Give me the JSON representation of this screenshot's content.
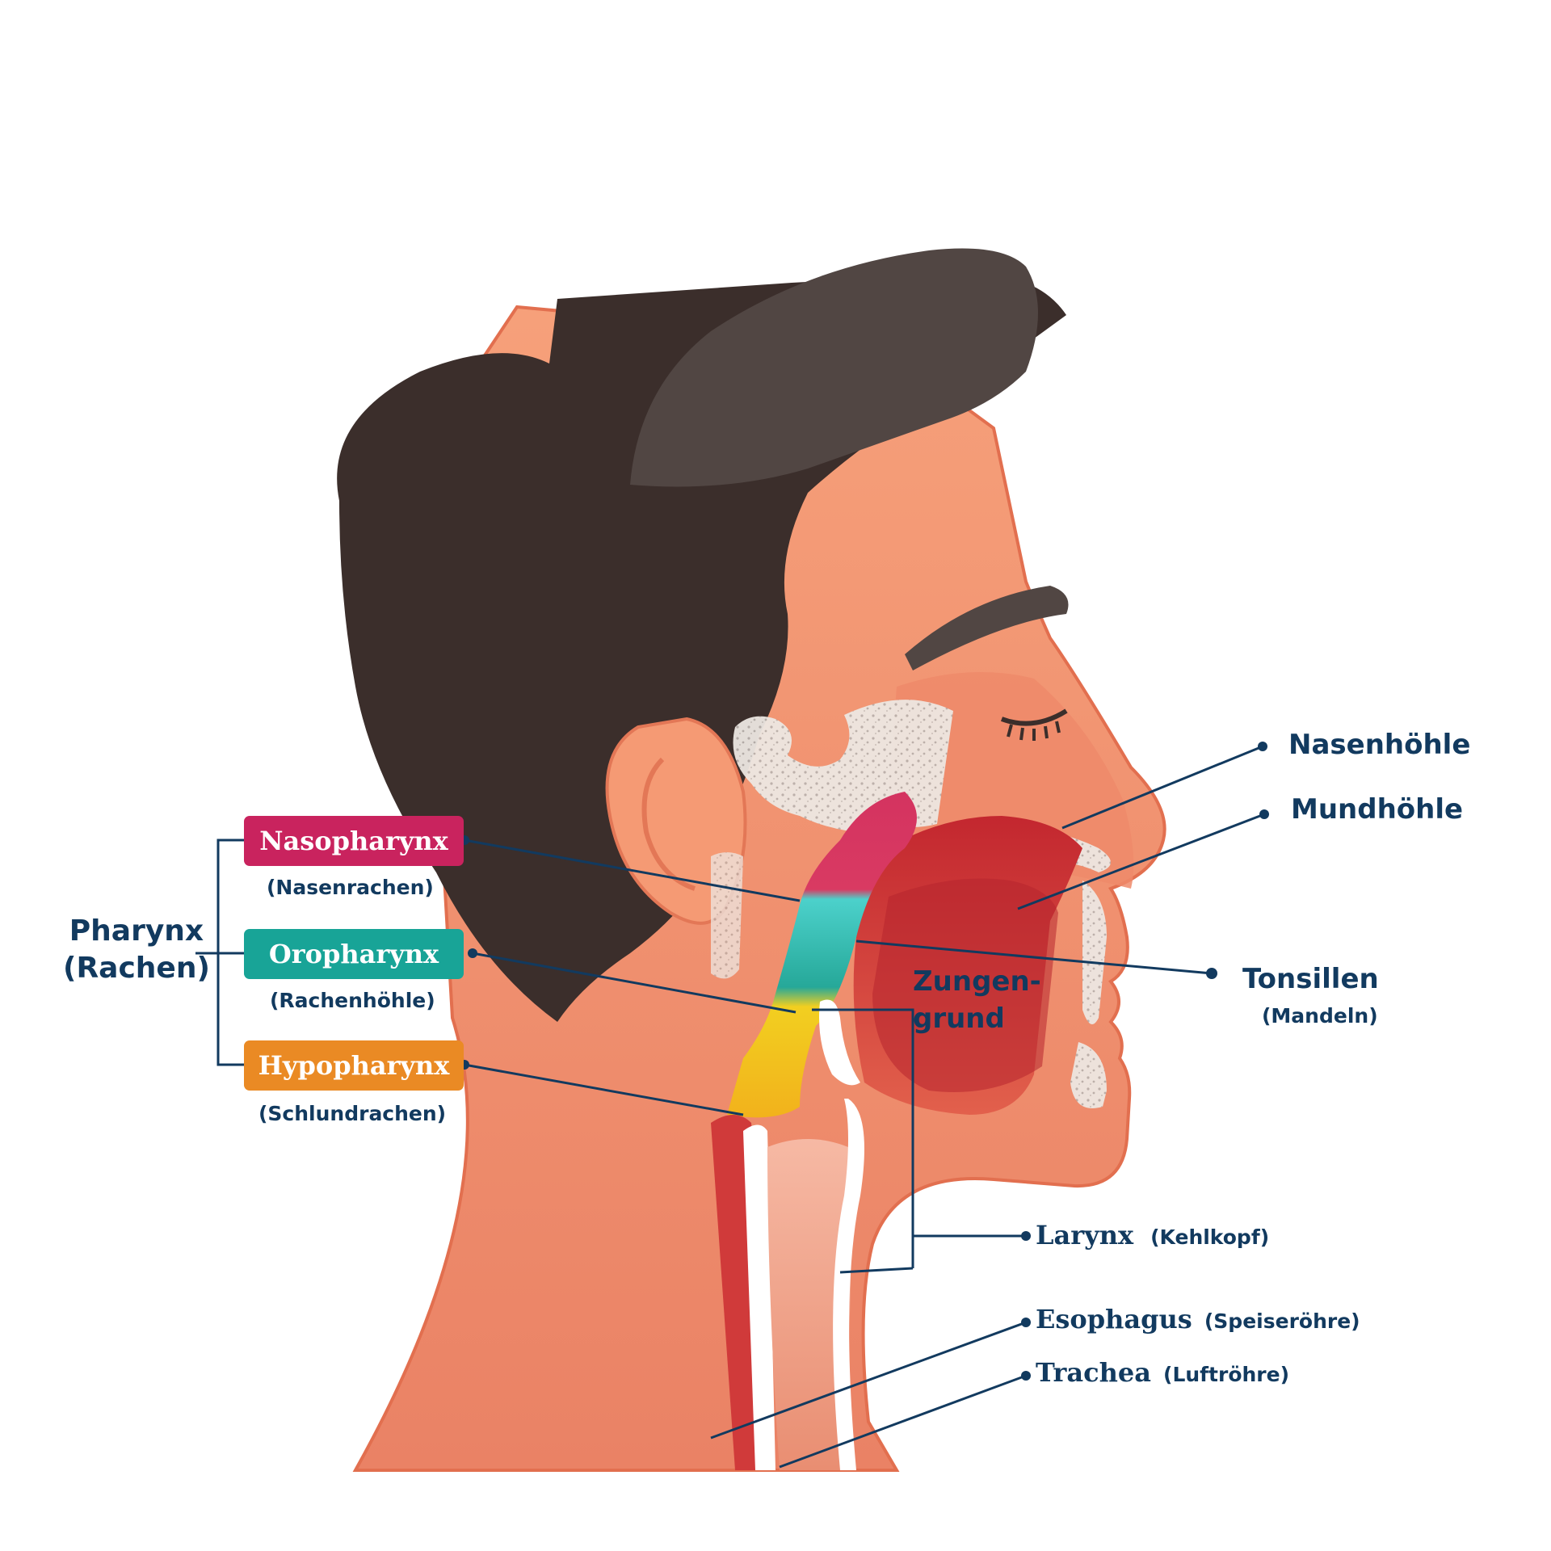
{
  "colors": {
    "nasopharynx": "#c9235e",
    "oropharynx": "#18a497",
    "hypopharynx": "#ea8a24",
    "label_text": "#123a5f",
    "leader_line": "#123a5f",
    "hair": "#3b2e2b",
    "skin": "#f2906b"
  },
  "pharynx_group": {
    "title_line1": "Pharynx",
    "title_line2": "(Rachen)",
    "items": [
      {
        "name": "Nasopharynx",
        "sub": "(Nasenrachen)"
      },
      {
        "name": "Oropharynx",
        "sub": "(Rachenhöhle)"
      },
      {
        "name": "Hypopharynx",
        "sub": "(Schlundrachen)"
      }
    ]
  },
  "right_labels": {
    "nasenhoehle": "Nasenhöhle",
    "mundhoehle": "Mundhöhle",
    "tonsillen": "Tonsillen",
    "tonsillen_sub": "(Mandeln)"
  },
  "center_label": {
    "line1": "Zungen-",
    "line2": "grund"
  },
  "bottom_labels": {
    "larynx": "Larynx",
    "larynx_sub": "(Kehlkopf)",
    "esophagus": "Esophagus",
    "esophagus_sub": "(Speiseröhre)",
    "trachea": "Trachea",
    "trachea_sub": "(Luftröhre)"
  }
}
